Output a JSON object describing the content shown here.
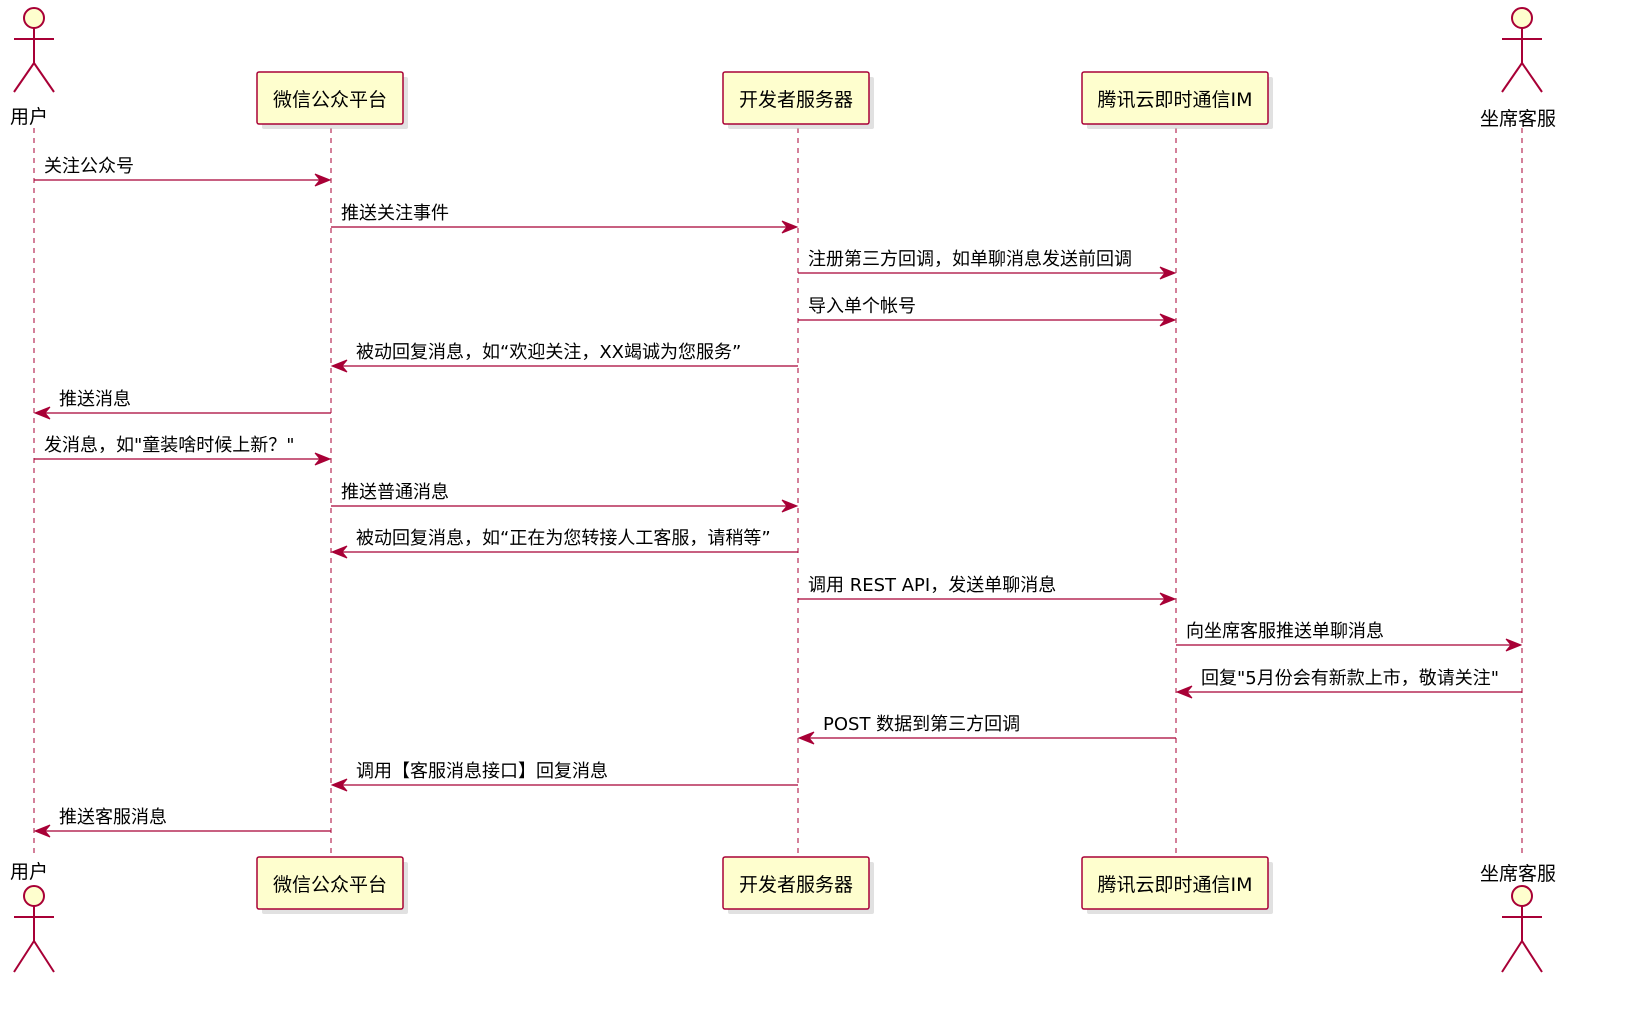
{
  "participants": {
    "user": {
      "label": "用户",
      "kind": "actor"
    },
    "wechat": {
      "label": "微信公众平台",
      "kind": "participant"
    },
    "devserver": {
      "label": "开发者服务器",
      "kind": "participant"
    },
    "tim": {
      "label": "腾讯云即时通信IM",
      "kind": "participant"
    },
    "agent": {
      "label": "坐席客服",
      "kind": "actor"
    }
  },
  "messages": [
    {
      "from": "user",
      "to": "wechat",
      "text": "关注公众号"
    },
    {
      "from": "wechat",
      "to": "devserver",
      "text": "推送关注事件"
    },
    {
      "from": "devserver",
      "to": "tim",
      "text": "注册第三方回调，如单聊消息发送前回调"
    },
    {
      "from": "devserver",
      "to": "tim",
      "text": "导入单个帐号"
    },
    {
      "from": "devserver",
      "to": "wechat",
      "text": "被动回复消息，如“欢迎关注，XX竭诚为您服务”"
    },
    {
      "from": "wechat",
      "to": "user",
      "text": "推送消息"
    },
    {
      "from": "user",
      "to": "wechat",
      "text": "发消息，如\"童装啥时候上新？\""
    },
    {
      "from": "wechat",
      "to": "devserver",
      "text": "推送普通消息"
    },
    {
      "from": "devserver",
      "to": "wechat",
      "text": "被动回复消息，如“正在为您转接人工客服，请稍等”"
    },
    {
      "from": "devserver",
      "to": "tim",
      "text": "调用 REST API，发送单聊消息"
    },
    {
      "from": "tim",
      "to": "agent",
      "text": "向坐席客服推送单聊消息"
    },
    {
      "from": "agent",
      "to": "tim",
      "text": "回复\"5月份会有新款上市，敬请关注\""
    },
    {
      "from": "tim",
      "to": "devserver",
      "text": "POST 数据到第三方回调"
    },
    {
      "from": "devserver",
      "to": "wechat",
      "text": "调用【客服消息接口】回复消息"
    },
    {
      "from": "wechat",
      "to": "user",
      "text": "推送客服消息"
    }
  ],
  "colors": {
    "line": "#A80036",
    "box_fill": "#FEFECE",
    "text": "#000000"
  }
}
